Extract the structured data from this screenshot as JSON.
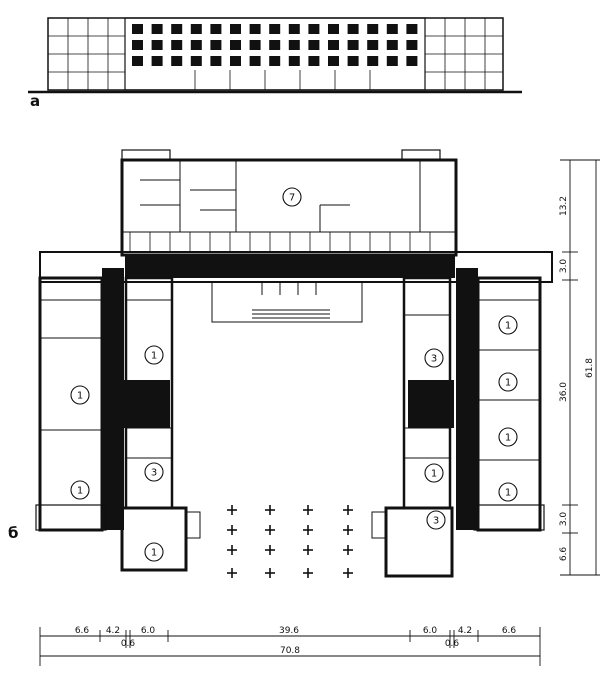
{
  "labels": {
    "elevation": "a",
    "plan": "б"
  },
  "rooms": [
    "7",
    "1",
    "1",
    "3",
    "1",
    "1",
    "3",
    "1",
    "1",
    "1",
    "1",
    "1",
    "3"
  ],
  "dims_horizontal": {
    "row1": [
      "6.6",
      "4.2",
      "6.0",
      "39.6",
      "6.0",
      "4.2",
      "6.6"
    ],
    "row2": [
      "0.6",
      "0.6"
    ],
    "total": "70.8"
  },
  "dims_vertical": {
    "segments": [
      "13.2",
      "3.0",
      "36.0",
      "3.0",
      "6.6"
    ],
    "total": "61.8"
  }
}
